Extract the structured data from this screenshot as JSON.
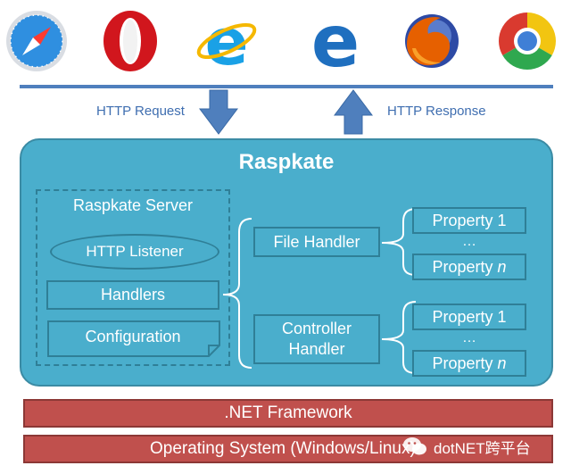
{
  "browsers": [
    {
      "name": "Safari",
      "icon": "safari-icon"
    },
    {
      "name": "Opera",
      "icon": "opera-icon"
    },
    {
      "name": "Internet Explorer",
      "icon": "internet-explorer-icon"
    },
    {
      "name": "Edge",
      "icon": "edge-icon"
    },
    {
      "name": "Firefox",
      "icon": "firefox-icon"
    },
    {
      "name": "Chrome",
      "icon": "chrome-icon"
    }
  ],
  "arrows": {
    "request_label": "HTTP Request",
    "response_label": "HTTP Response"
  },
  "raspkate": {
    "title": "Raspkate",
    "server": {
      "title": "Raspkate Server",
      "listener": "HTTP Listener",
      "handlers": "Handlers",
      "configuration": "Configuration"
    },
    "file_handler": {
      "label": "File Handler",
      "property_1": "Property 1",
      "ellipsis": "…",
      "property_n": "Property ",
      "property_n_var": "n"
    },
    "controller_handler": {
      "label_line1": "Controller",
      "label_line2": "Handler",
      "property_1": "Property 1",
      "ellipsis": "…",
      "property_n": "Property ",
      "property_n_var": "n"
    }
  },
  "layers": {
    "framework": ".NET Framework",
    "os": "Operating System (Windows/Linux)"
  },
  "watermark": "dotNET跨平台",
  "colors": {
    "line_blue": "#4f7fbd",
    "raspkate_fill": "#4aaecc",
    "raspkate_border": "#2f7f97",
    "layer_red": "#c0504d"
  }
}
